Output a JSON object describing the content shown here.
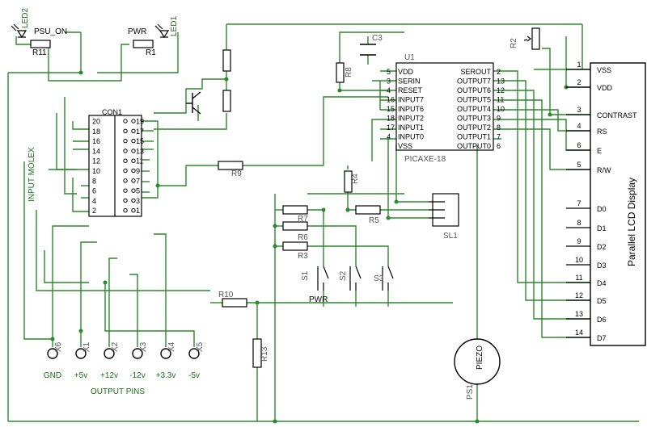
{
  "labels": {
    "psu_on": "PSU_ON",
    "led2": "LED2",
    "r11": "R11",
    "pwr_top": "PWR",
    "led1": "LED1",
    "r1": "R1",
    "con1": "CON1",
    "input_molex": "INPUT MOLEX",
    "r9": "R9",
    "r8": "R8",
    "c3": "C3",
    "u1": "U1",
    "picaxe": "PICAXE-18",
    "r4": "R4",
    "r5": "R5",
    "sl1": "SL1",
    "r7": "R7",
    "r6": "R6",
    "r3": "R3",
    "s1": "S1",
    "s2": "S2",
    "s3": "S3",
    "pwr_bottom": "PWR",
    "r10": "R10",
    "r13": "R13",
    "r2": "R2",
    "piezo": "PIEZO",
    "ps1": "PS1",
    "output_pins": "OUTPUT PINS",
    "lcd_title": "Parallel LCD Display"
  },
  "connector_left_numbers": [
    "20",
    "18",
    "16",
    "14",
    "12",
    "10",
    "8",
    "6",
    "4",
    "2"
  ],
  "connector_right_numbers": [
    "19",
    "17",
    "15",
    "13",
    "11",
    "9",
    "7",
    "5",
    "3",
    "1"
  ],
  "ic_left_pins": [
    {
      "num": "5",
      "name": "VDD"
    },
    {
      "num": "3",
      "name": "SERIN"
    },
    {
      "num": "4",
      "name": "RESET"
    },
    {
      "num": "16",
      "name": "INPUT7"
    },
    {
      "num": "15",
      "name": "INPUT6"
    },
    {
      "num": "18",
      "name": "INPUT2"
    },
    {
      "num": "17",
      "name": "INPUT1"
    },
    {
      "num": "4",
      "name": "INPUT0"
    },
    {
      "num": "",
      "name": "VSS"
    }
  ],
  "ic_right_pins": [
    {
      "num": "2",
      "name": "SEROUT"
    },
    {
      "num": "13",
      "name": "OUTPUT7"
    },
    {
      "num": "12",
      "name": "OUTPUT6"
    },
    {
      "num": "11",
      "name": "OUTPUT5"
    },
    {
      "num": "10",
      "name": "OUTPUT4"
    },
    {
      "num": "9",
      "name": "OUTPUT3"
    },
    {
      "num": "8",
      "name": "OUTPUT2"
    },
    {
      "num": "7",
      "name": "OUTPUT1"
    },
    {
      "num": "6",
      "name": "OUTPUT0"
    }
  ],
  "output_pins": [
    {
      "label": "GND",
      "id": "X6"
    },
    {
      "label": "+5v",
      "id": "X1"
    },
    {
      "label": "+12v",
      "id": "X2"
    },
    {
      "label": "-12v",
      "id": "X3"
    },
    {
      "label": "+3.3v",
      "id": "X4"
    },
    {
      "label": "-5v",
      "id": "X5"
    }
  ],
  "lcd_pins": [
    {
      "num": "1",
      "name": "VSS"
    },
    {
      "num": "2",
      "name": "VDD"
    },
    {
      "num": "3",
      "name": "CONTRAST"
    },
    {
      "num": "4",
      "name": "RS"
    },
    {
      "num": "6",
      "name": "E"
    },
    {
      "num": "5",
      "name": "R/W"
    },
    {
      "num": "7",
      "name": "D0"
    },
    {
      "num": "8",
      "name": "D1"
    },
    {
      "num": "9",
      "name": "D2"
    },
    {
      "num": "10",
      "name": "D3"
    },
    {
      "num": "11",
      "name": "D4"
    },
    {
      "num": "12",
      "name": "D5"
    },
    {
      "num": "13",
      "name": "D6"
    },
    {
      "num": "14",
      "name": "D7"
    }
  ]
}
